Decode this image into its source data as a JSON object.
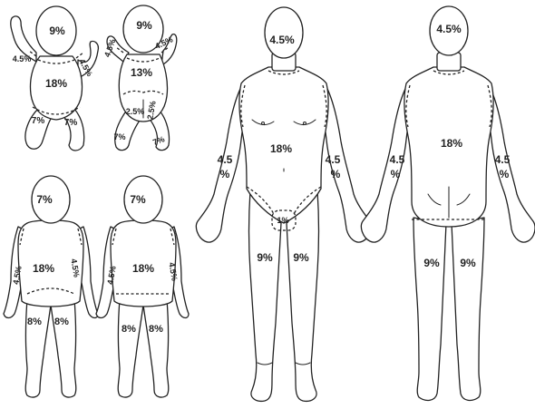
{
  "labels": {
    "infant_front": {
      "head": "9%",
      "arm_left": "4.5%",
      "arm_right": "4.5%",
      "trunk": "18%",
      "leg_left": "7%",
      "leg_right": "7%"
    },
    "infant_back": {
      "head": "9%",
      "arm_left": "4.5%",
      "arm_right": "4.5%",
      "trunk": "13%",
      "buttock_left": "2.5%",
      "buttock_right": "2.5%",
      "leg_left": "7%",
      "leg_right": "7%"
    },
    "child_front": {
      "head": "7%",
      "arm_left": "4.5%",
      "arm_right": "4.5%",
      "trunk": "18%",
      "leg_left": "8%",
      "leg_right": "8%"
    },
    "child_back": {
      "head": "7%",
      "arm_left": "4.5%",
      "arm_right": "4.5%",
      "trunk": "18%",
      "leg_left": "8%",
      "leg_right": "8%"
    },
    "adult_front": {
      "head": "4.5%",
      "arm_left_num": "4.5",
      "arm_left_pct": "%",
      "arm_right_num": "4.5",
      "arm_right_pct": "%",
      "trunk": "18%",
      "genital": "1%",
      "leg_left": "9%",
      "leg_right": "9%"
    },
    "adult_back": {
      "head": "4.5%",
      "arm_left_num": "4.5",
      "arm_left_pct": "%",
      "arm_right_num": "4.5",
      "arm_right_pct": "%",
      "trunk": "18%",
      "leg_left": "9%",
      "leg_right": "9%"
    }
  }
}
